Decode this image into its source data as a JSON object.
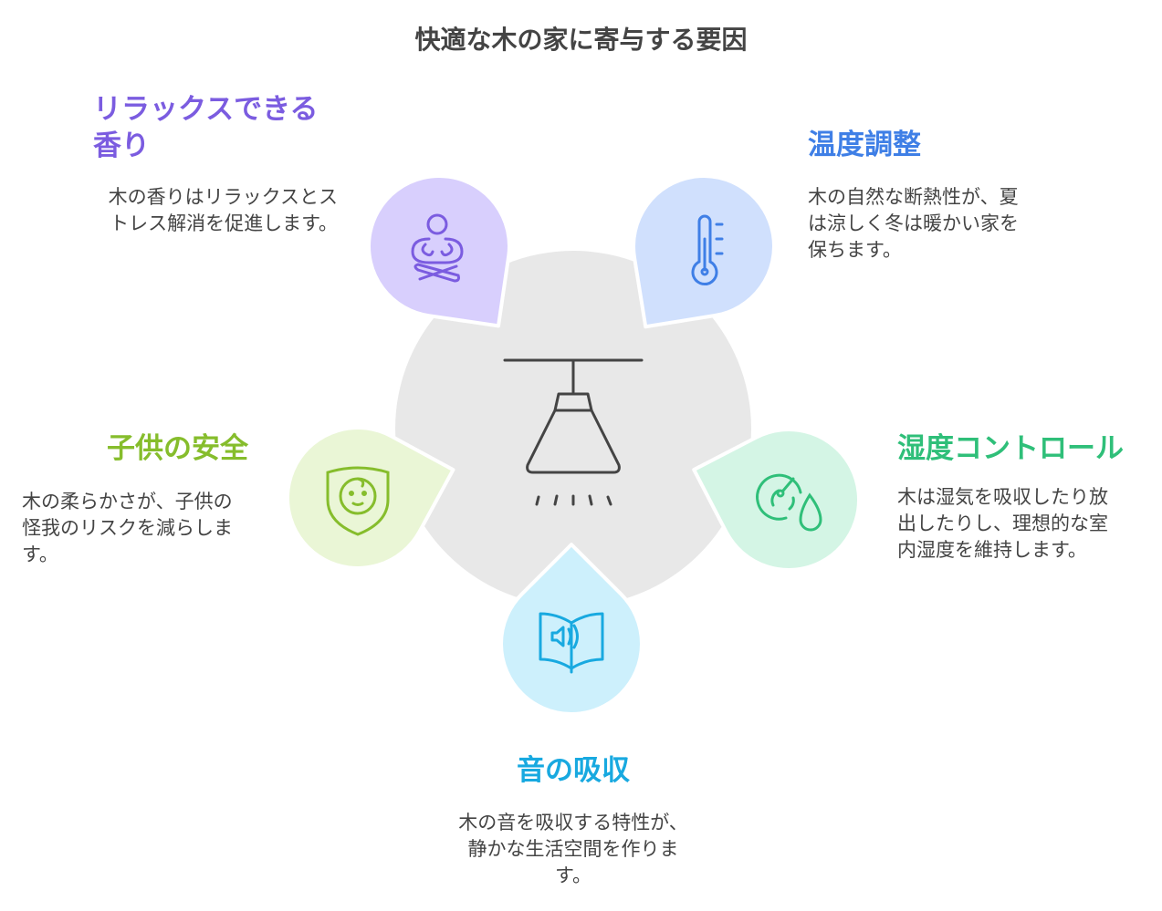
{
  "title": "快適な木の家に寄与する要因",
  "center_icon": "ceiling-lamp-icon",
  "factors": [
    {
      "title": "リラックスできる香り",
      "desc": "木の香りはリラックスとストレス解消を促進します。",
      "icon": "meditation-icon",
      "color": "#7b5ce0",
      "fill": "#d8cffd"
    },
    {
      "title": "温度調整",
      "desc": "木の自然な断熱性が、夏は涼しく冬は暖かい家を保ちます。",
      "icon": "thermometer-icon",
      "color": "#3f7fe6",
      "fill": "#d0e0fd"
    },
    {
      "title": "子供の安全",
      "desc": "木の柔らかさが、子供の怪我のリスクを減らします。",
      "icon": "child-shield-icon",
      "color": "#86bd2c",
      "fill": "#eaf6d6"
    },
    {
      "title": "湿度コントロール",
      "desc": "木は湿気を吸収したり放出したりし、理想的な室内湿度を維持します。",
      "icon": "humidity-gauge-icon",
      "color": "#2fbf79",
      "fill": "#d4f5e5"
    },
    {
      "title": "音の吸収",
      "desc": "木の音を吸収する特性が、静かな生活空間を作ります。",
      "icon": "sound-book-icon",
      "color": "#18a9e0",
      "fill": "#cdf0fc"
    }
  ]
}
